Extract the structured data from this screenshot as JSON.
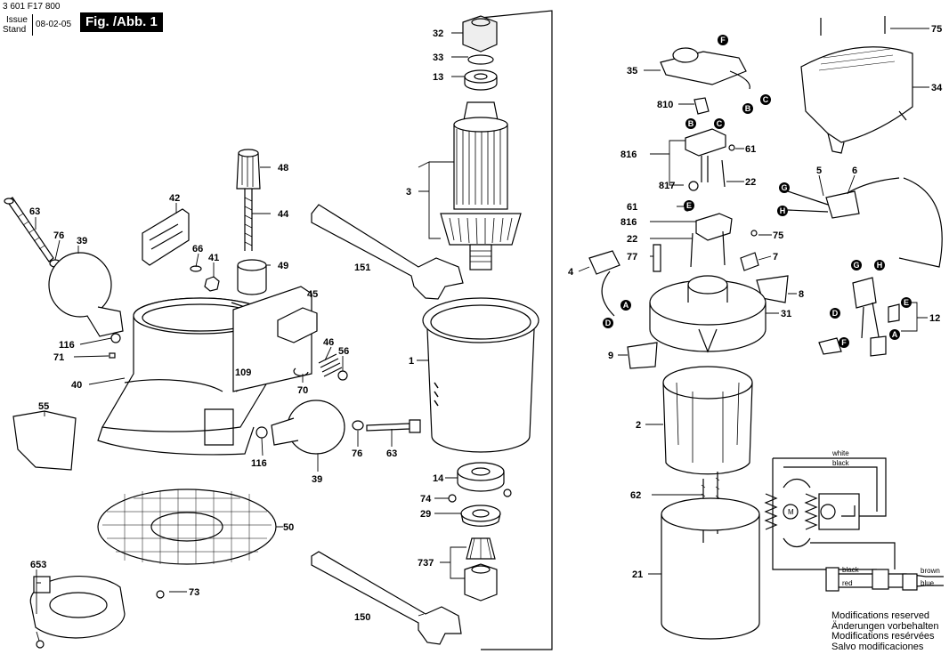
{
  "header": {
    "doc_number": "3 601 F17 800",
    "issue_label": "Issue",
    "stand_label": "Stand",
    "date": "08-02-05",
    "figure_label": "Fig. /Abb. 1"
  },
  "labels": {
    "p32": "32",
    "p33": "33",
    "p13": "13",
    "p3": "3",
    "p151": "151",
    "p1": "1",
    "p14": "14",
    "p74": "74",
    "p29": "29",
    "p737": "737",
    "p150": "150",
    "p48": "48",
    "p44": "44",
    "p49": "49",
    "p42": "42",
    "p66": "66",
    "p41": "41",
    "p63a": "63",
    "p76a": "76",
    "p39a": "39",
    "p116a": "116",
    "p71": "71",
    "p40": "40",
    "p45": "45",
    "p46": "46",
    "p56": "56",
    "p109": "109",
    "p70": "70",
    "p55": "55",
    "p116b": "116",
    "p39b": "39",
    "p76b": "76",
    "p63b": "63",
    "p50": "50",
    "p653": "653",
    "p73": "73",
    "p35": "35",
    "p810": "810",
    "p816a": "816",
    "p817": "817",
    "p61a": "61",
    "p22a": "22",
    "p61b": "61",
    "p816b": "816",
    "p22b": "22",
    "p75a": "75",
    "p77": "77",
    "p7": "7",
    "p4": "4",
    "p8": "8",
    "p31": "31",
    "p9": "9",
    "p2": "2",
    "p62": "62",
    "p21": "21",
    "p75b": "75",
    "p34": "34",
    "p5": "5",
    "p6": "6",
    "p12": "12"
  },
  "connectors": {
    "F": "F",
    "B": "B",
    "C": "C",
    "E": "E",
    "D": "D",
    "A": "A",
    "G": "G",
    "H": "H"
  },
  "schematic": {
    "white": "white",
    "black_top": "black",
    "motor": "M",
    "black_bottom": "black",
    "red": "red",
    "brown": "brown",
    "blue": "blue"
  },
  "footer": {
    "lines": [
      "Modifications reserved",
      "Änderungen vorbehalten",
      "Modifications resérvées",
      "Salvo modificaciones"
    ]
  }
}
